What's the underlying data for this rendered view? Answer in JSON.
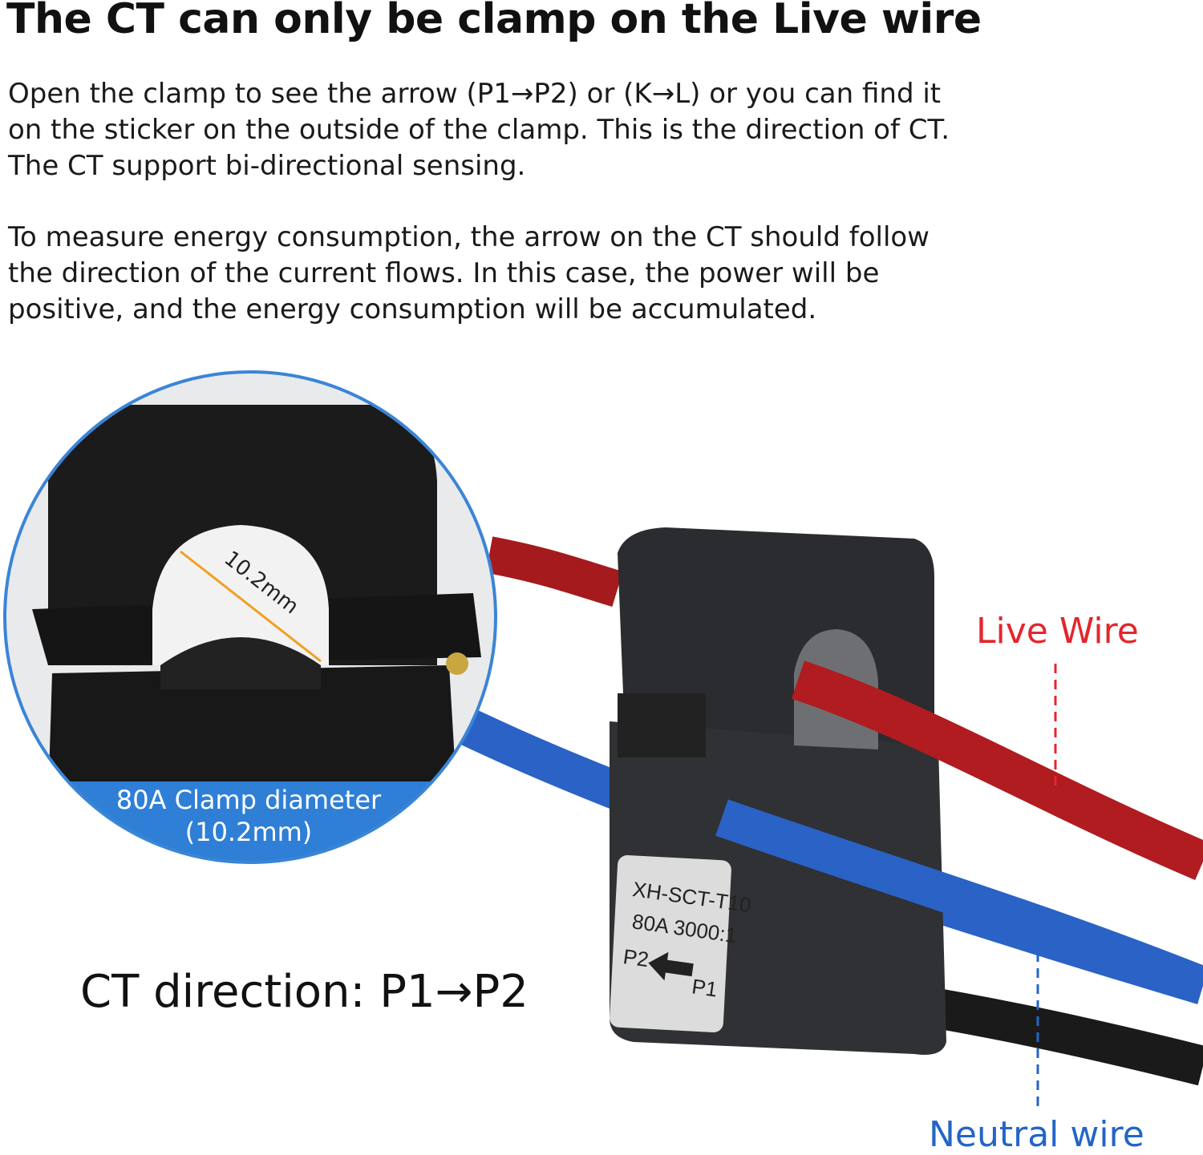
{
  "title": "The CT can only be clamp on the Live wire",
  "paragraph1": [
    "Open the clamp to see the arrow (P1→P2) or (K→L) or you can find it",
    "on the sticker on the outside of the clamp. This is the direction of CT.",
    "The CT support bi-directional sensing."
  ],
  "paragraph2": [
    "To measure energy consumption, the arrow on the CT should follow",
    "the direction of the current flows. In this case, the power will be",
    "positive, and the energy consumption will be accumulated."
  ],
  "inset": {
    "dimension_label": "10.2mm",
    "band_line1": "80A Clamp diameter",
    "band_line2": "(10.2mm)"
  },
  "sticker": {
    "model": "XH-SCT-T10",
    "rating": "80A 3000:1",
    "p2": "P2",
    "p1": "P1"
  },
  "ct_direction": "CT direction:  P1→P2",
  "labels": {
    "live": "Live Wire",
    "neutral": "Neutral wire"
  },
  "colors": {
    "live": "#e4262c",
    "neutral": "#2365c7",
    "accent_blue": "#3a85d6"
  }
}
